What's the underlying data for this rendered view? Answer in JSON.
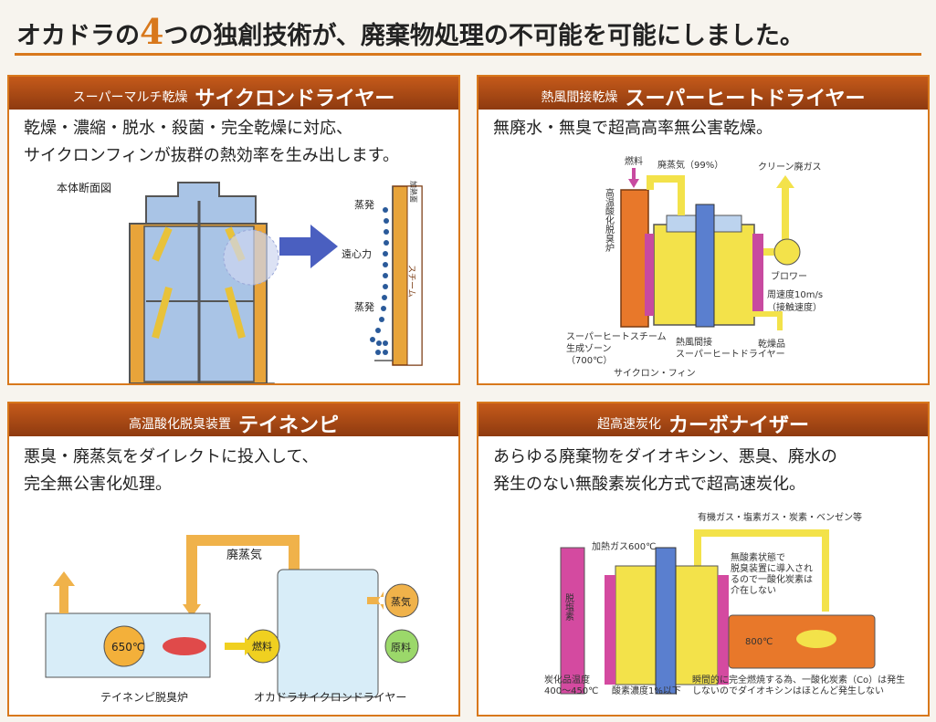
{
  "headline": {
    "before": "オカドラの",
    "number": "4",
    "after": "つの独創技術が、廃棄物処理の不可能を可能にしました。"
  },
  "panels": [
    {
      "subtitle": "スーパーマルチ乾燥",
      "title": "サイクロンドライヤー",
      "desc": [
        "乾燥・濃縮・脱水・殺菌・完全乾燥に対応、",
        "サイクロンフィンが抜群の熱効率を生み出します。"
      ],
      "labels": {
        "section": "本体断面図",
        "evap_top": "蒸発",
        "centrifugal": "遠心力",
        "evap_bottom": "蒸発",
        "heat_surface": "加熱面",
        "steam": "スチーム"
      }
    },
    {
      "subtitle": "熱風間接乾燥",
      "title": "スーパーヒートドライヤー",
      "desc": [
        "無廃水・無臭で超高高率無公害乾燥。"
      ],
      "labels": {
        "fuel": "燃料",
        "furnace": "高温酸化脱臭炉",
        "waste_steam": "廃蒸気（99%）",
        "clean_gas": "クリーン廃ガス",
        "blower": "ブロワー",
        "speed": "周速度10m/s",
        "contact": "（接触速度）",
        "zone1": "スーパーヒートスチーム",
        "zone2": "生成ゾーン",
        "zone3": "（700℃）",
        "indirect1": "熱風間接",
        "indirect2": "スーパーヒートドライヤー",
        "product": "乾燥品",
        "fin": "サイクロン・フィン"
      }
    },
    {
      "subtitle": "高温酸化脱臭装置",
      "title": "テイネンピ",
      "desc": [
        "悪臭・廃蒸気をダイレクトに投入して、",
        "完全無公害化処理。"
      ],
      "labels": {
        "waste_steam": "廃蒸気",
        "temp": "650℃",
        "fuel": "燃料",
        "steam": "蒸気",
        "raw": "原料",
        "furnace": "テイネンピ脱臭炉",
        "dryer": "オカドラサイクロンドライヤー"
      }
    },
    {
      "subtitle": "超高速炭化",
      "title": "カーボナイザー",
      "desc": [
        "あらゆる廃棄物をダイオキシン、悪臭、廃水の",
        "発生のない無酸素炭化方式で超高速炭化。"
      ],
      "labels": {
        "gases": "有機ガス・塩素ガス・炭素・ベンゼン等",
        "heating_gas": "加熱ガス600℃",
        "dechlorine": "脱塩素",
        "anoxic1": "無酸素状態で",
        "anoxic2": "脱臭装置に導入され",
        "anoxic3": "るので一酸化炭素は",
        "anoxic4": "介在しない",
        "temp": "800℃",
        "carb1": "炭化品温度",
        "carb2": "400〜450℃",
        "oxygen": "酸素濃度1%以下",
        "instant1": "瞬間的に完全燃焼する為、一酸化炭素（Co）は発生",
        "instant2": "しないのでダイオキシンはほとんど発生しない"
      }
    }
  ]
}
